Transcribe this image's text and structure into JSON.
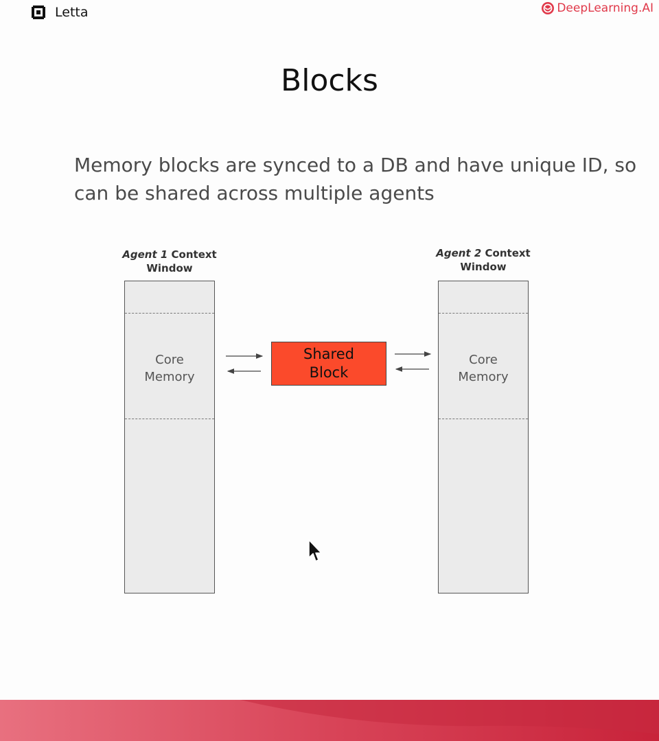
{
  "header": {
    "left_logo_text": "Letta",
    "right_logo_text": "DeepLearning.AI"
  },
  "slide": {
    "title": "Blocks",
    "subtitle": "Memory blocks are synced to a DB and have unique ID, so can be shared across multiple agents"
  },
  "diagram": {
    "agent1": {
      "label_italic": "Agent 1",
      "label_rest": " Context",
      "label_line2": "Window",
      "core_line1": "Core",
      "core_line2": "Memory"
    },
    "agent2": {
      "label_italic": "Agent 2",
      "label_rest": " Context",
      "label_line2": "Window",
      "core_line1": "Core",
      "core_line2": "Memory"
    },
    "shared_block": {
      "line1": "Shared",
      "line2": "Block"
    }
  },
  "colors": {
    "shared_block": "#fb4a2b",
    "brand_red": "#e0394a"
  }
}
